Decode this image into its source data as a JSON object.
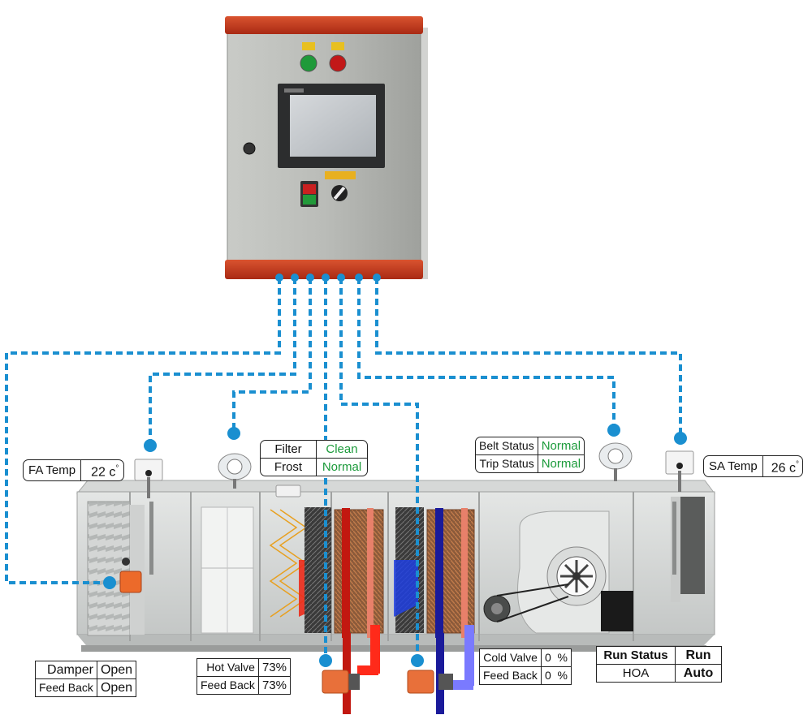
{
  "colors": {
    "wire": "#1a8fd0",
    "status_ok": "#1b9a3a",
    "panel": "#b8bab6",
    "panel_rail": "#c73a20",
    "hot_pipe": "#d11a10",
    "cold_pipe": "#2222aa",
    "valve_actuator": "#e8703a"
  },
  "sensors": {
    "fa_temp": {
      "label": "FA Temp",
      "value": "22 c",
      "unit_mark": "°"
    },
    "sa_temp": {
      "label": "SA Temp",
      "value": "26 c",
      "unit_mark": "°"
    }
  },
  "filter_frost": {
    "filter_label": "Filter",
    "filter_value": "Clean",
    "frost_label": "Frost",
    "frost_value": "Normal"
  },
  "belt_trip": {
    "belt_label": "Belt Status",
    "belt_value": "Normal",
    "trip_label": "Trip Status",
    "trip_value": "Normal"
  },
  "damper": {
    "damper_label": "Damper",
    "damper_value": "Open",
    "feedback_label": "Feed Back",
    "feedback_value": "Open"
  },
  "hot_valve": {
    "valve_label": "Hot Valve",
    "valve_value": "73%",
    "feedback_label": "Feed Back",
    "feedback_value": "73%"
  },
  "cold_valve": {
    "valve_label": "Cold Valve",
    "valve_value": "0  %",
    "feedback_label": "Feed Back",
    "feedback_value": "0  %"
  },
  "fan": {
    "run_label": "Run Status",
    "run_value": "Run",
    "hoa_label": "HOA",
    "hoa_value": "Auto"
  }
}
